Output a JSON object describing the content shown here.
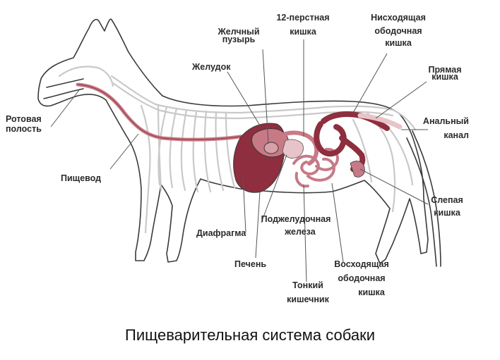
{
  "title": "Пищеварительная система собаки",
  "labels": {
    "oral_cavity": [
      "Ротовая",
      "полость"
    ],
    "esophagus": [
      "Пищевод"
    ],
    "gallbladder": [
      "Желчный",
      "пузырь"
    ],
    "stomach": [
      "Желудок"
    ],
    "duodenum": [
      "12-перстная",
      "кишка"
    ],
    "descending_colon": [
      "Нисходящая",
      "ободочная",
      "кишка"
    ],
    "rectum": [
      "Прямая",
      "кишка"
    ],
    "anal_canal": [
      "Анальный",
      "канал"
    ],
    "cecum": [
      "Слепая",
      "кишка"
    ],
    "pancreas": [
      "Поджелудочная",
      "железа"
    ],
    "diaphragm": [
      "Диафрагма"
    ],
    "liver": [
      "Печень"
    ],
    "small_intestine": [
      "Тонкий",
      "кишечник"
    ],
    "ascending_colon": [
      "Восходящая",
      "ободочная",
      "кишка"
    ]
  },
  "colors": {
    "organ": "#8e2e3e",
    "organ_light": "#c77a86",
    "organ_pale": "#e8c3c8",
    "skeleton": "#c9c9c9",
    "outline": "#3a3a3a",
    "leader": "#555555"
  }
}
